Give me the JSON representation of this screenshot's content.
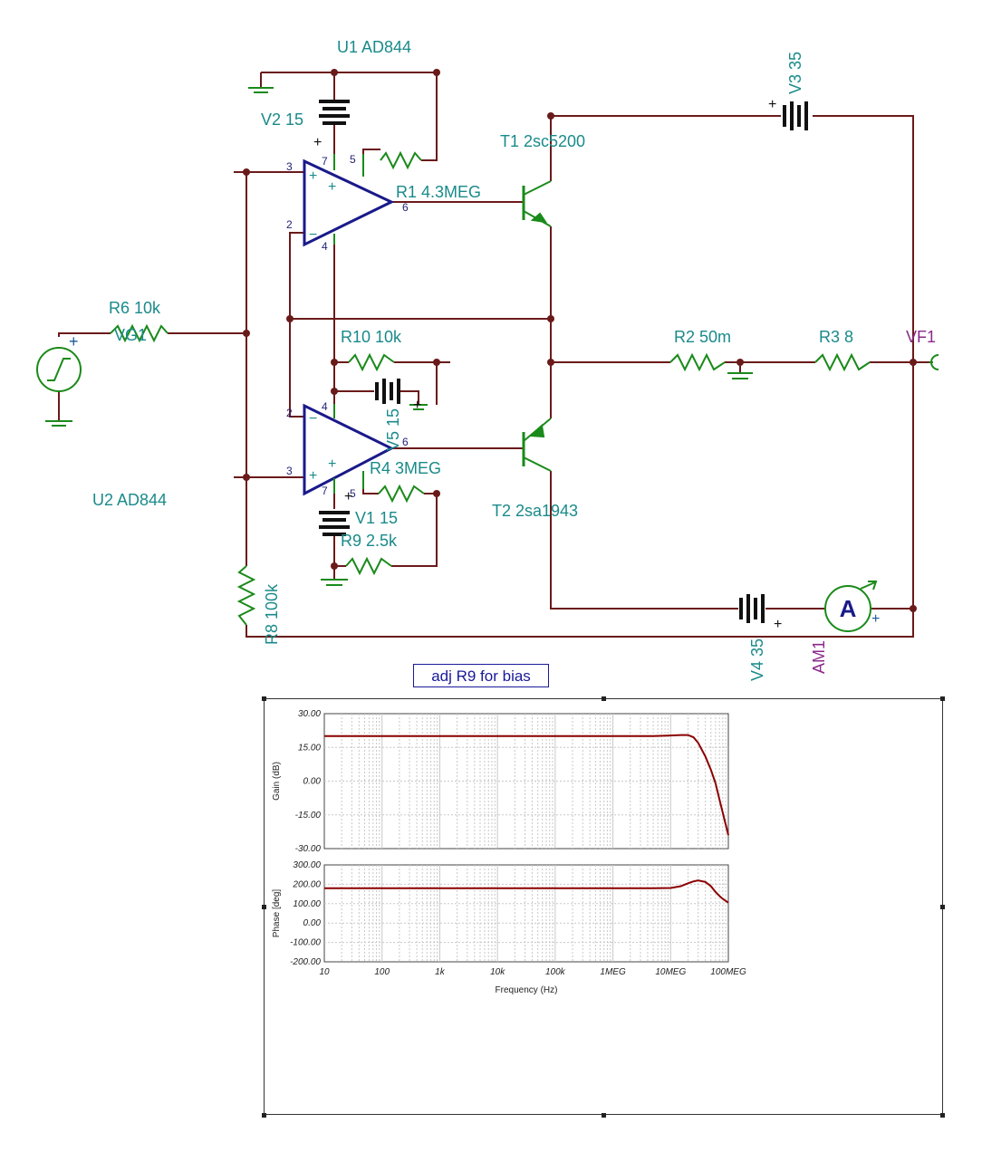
{
  "schematic": {
    "u1": "U1 AD844",
    "u2": "U2 AD844",
    "v1": "V1 15",
    "v2": "V2 15",
    "v3": "V3 35",
    "v4": "V4 35",
    "v5": "V5 15",
    "r1": "R1 4.3MEG",
    "r2": "R2 50m",
    "r3": "R3 8",
    "r4": "R4 3MEG",
    "r6": "R6 10k",
    "r8": "R8 100k",
    "r9": "R9 2.5k",
    "r10": "R10 10k",
    "t1": "T1 2sc5200",
    "t2": "T2 2sa1943",
    "vg1": "VG1",
    "vf1": "VF1",
    "am1": "AM1",
    "ammeter_symbol": "A",
    "plus": "+",
    "minus": "−",
    "pins": {
      "p2": "2",
      "p3": "3",
      "p4": "4",
      "p5": "5",
      "p6": "6",
      "p7": "7"
    },
    "note": "adj R9 for bias",
    "colors": {
      "wire": "#6b1a1a",
      "component": "#1a8a1a",
      "opamp": "#1a1a8a",
      "label": "#1a8a8a",
      "probe": "#8a2a8a"
    }
  },
  "chart_data": [
    {
      "type": "line",
      "ylabel": "Gain (dB)",
      "ylim": [
        -30,
        30
      ],
      "yticks": [
        "30.00",
        "15.00",
        "0.00",
        "-15.00",
        "-30.00"
      ],
      "x_scale": "log",
      "xlim": [
        10,
        100000000
      ],
      "grid": true,
      "series": [
        {
          "x": [
            10,
            100,
            1000,
            10000,
            100000,
            1000000,
            5000000,
            10000000,
            15000000,
            20000000,
            25000000,
            30000000,
            40000000,
            50000000,
            60000000,
            70000000,
            80000000,
            100000000
          ],
          "y": [
            20,
            20,
            20,
            20,
            20,
            20,
            20,
            20.3,
            20.5,
            20.5,
            19.5,
            17,
            11,
            5,
            -1,
            -8,
            -14,
            -24
          ]
        }
      ]
    },
    {
      "type": "line",
      "ylabel": "Phase [deg]",
      "xlabel": "Frequency (Hz)",
      "ylim": [
        -200,
        300
      ],
      "yticks": [
        "300.00",
        "200.00",
        "100.00",
        "0.00",
        "-100.00",
        "-200.00"
      ],
      "x_scale": "log",
      "xlim": [
        10,
        100000000
      ],
      "xticks": [
        "10",
        "100",
        "1k",
        "10k",
        "100k",
        "1MEG",
        "10MEG",
        "100MEG"
      ],
      "grid": true,
      "series": [
        {
          "x": [
            10,
            100,
            1000,
            10000,
            100000,
            1000000,
            5000000,
            10000000,
            15000000,
            20000000,
            25000000,
            30000000,
            40000000,
            50000000,
            60000000,
            70000000,
            80000000,
            100000000
          ],
          "y": [
            180,
            180,
            180,
            180,
            180,
            180,
            180,
            181,
            190,
            205,
            215,
            220,
            212,
            190,
            160,
            140,
            125,
            105
          ]
        }
      ]
    }
  ]
}
